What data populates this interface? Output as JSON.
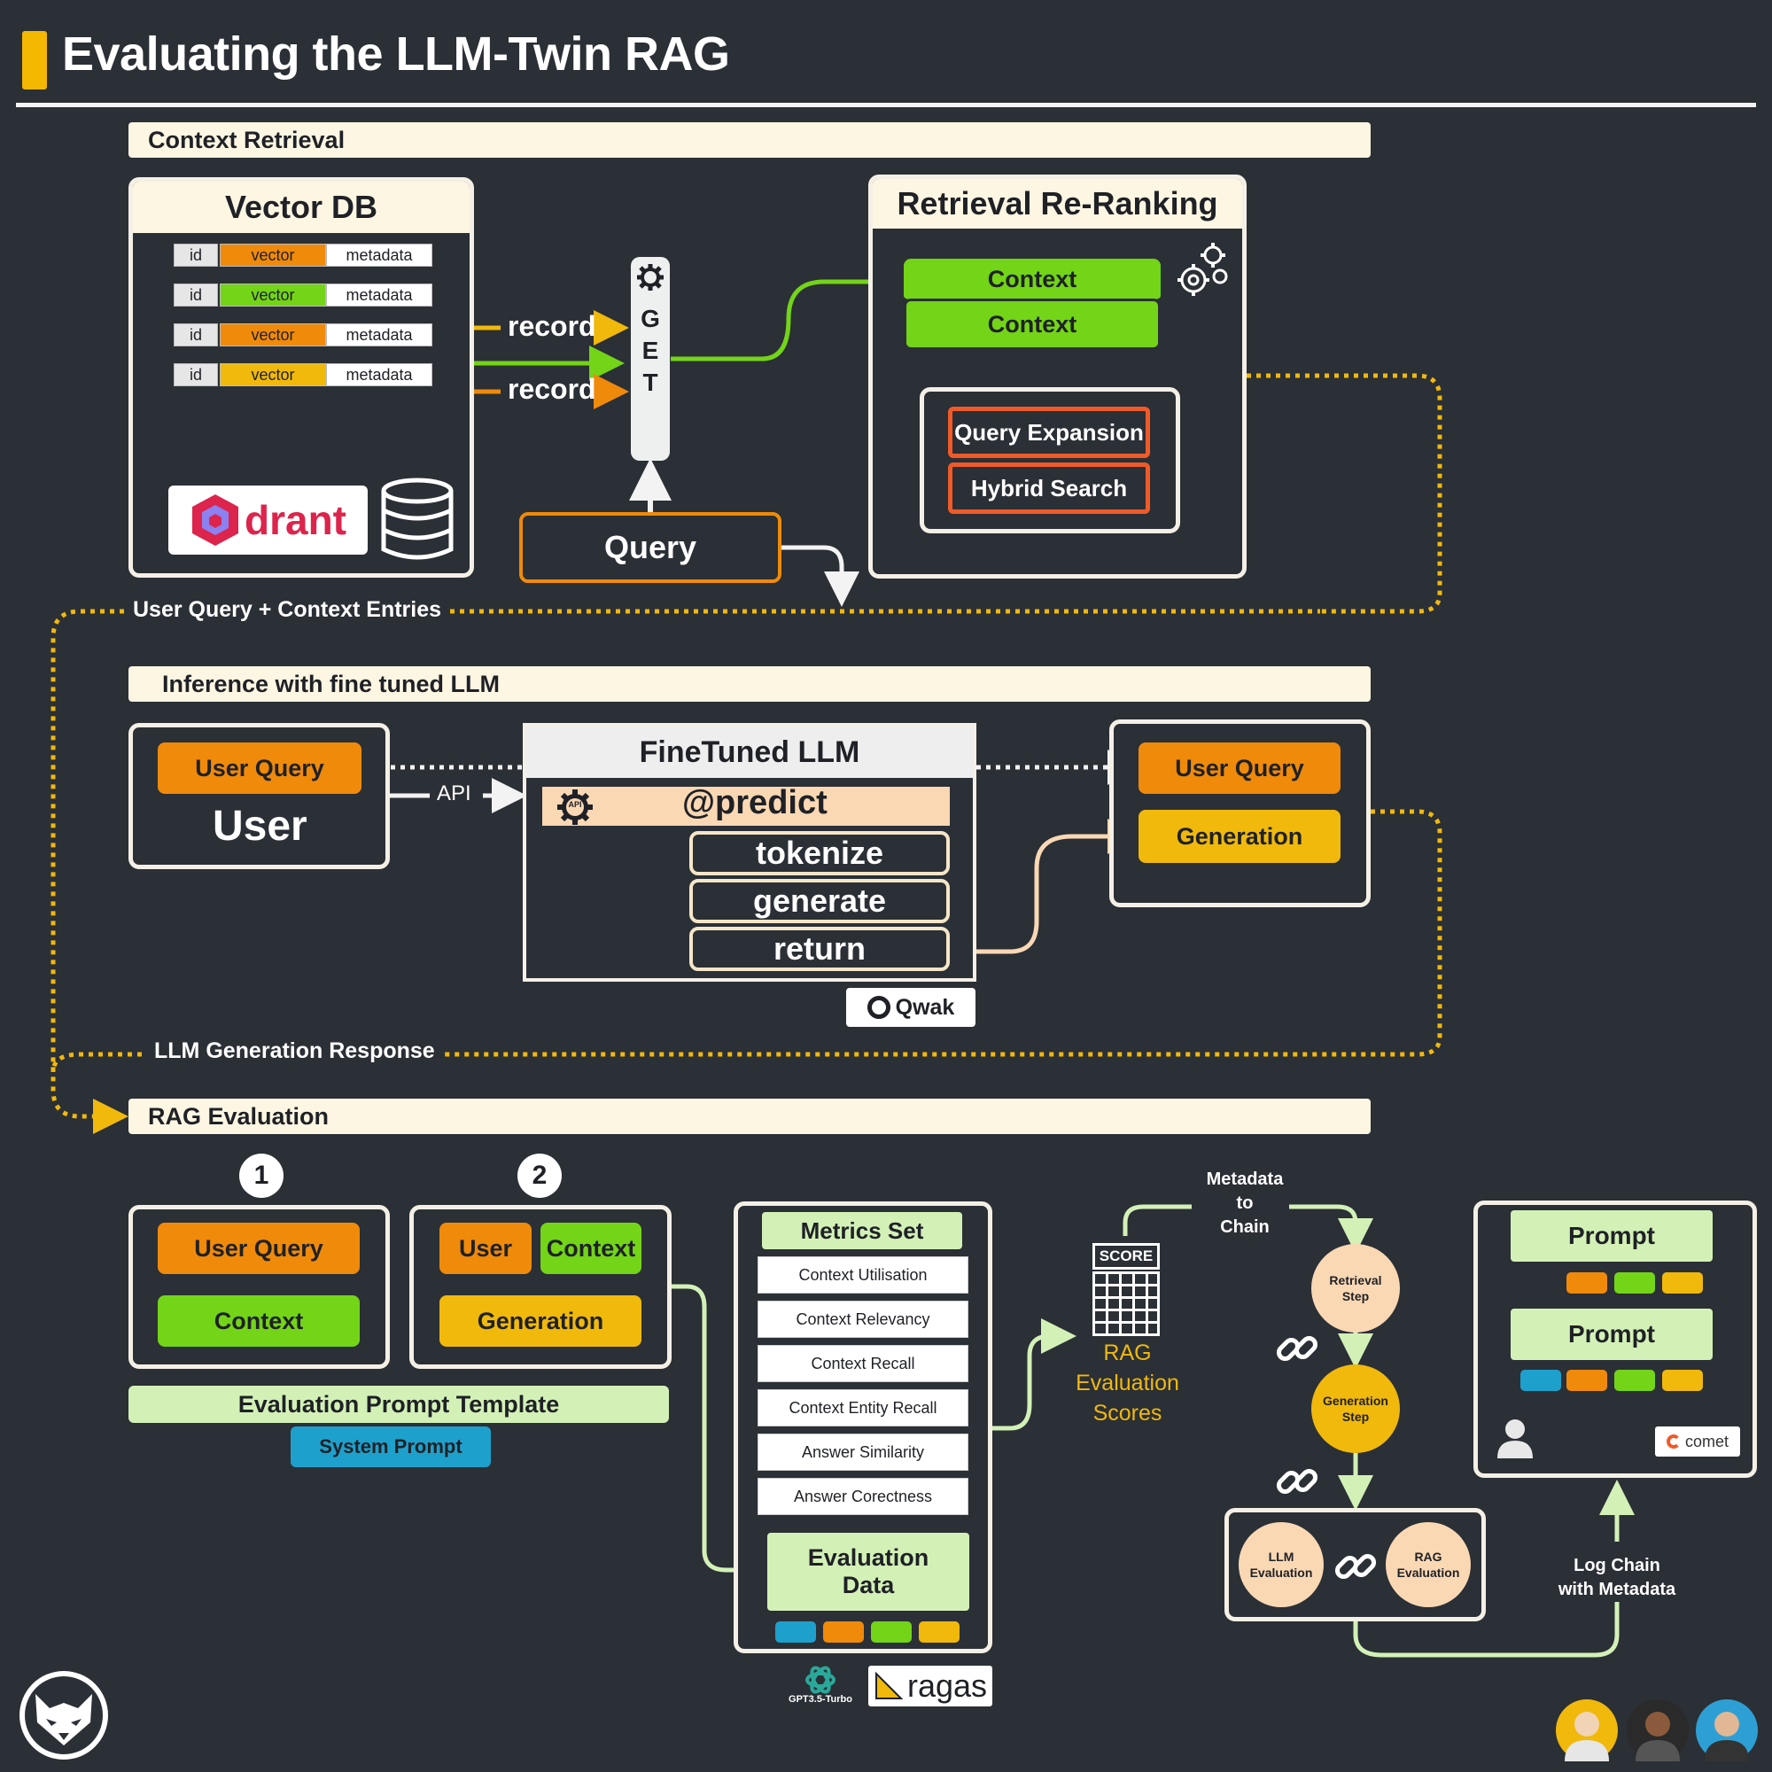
{
  "title": "Evaluating the LLM-Twin RAG",
  "sections": {
    "context_retrieval": "Context Retrieval",
    "inference": "Inference with fine tuned LLM",
    "rag_evaluation": "RAG Evaluation"
  },
  "vector_db": {
    "title": "Vector DB",
    "rows": [
      {
        "id": "id",
        "vector": "vector",
        "metadata": "metadata",
        "color": "#f08a0a"
      },
      {
        "id": "id",
        "vector": "vector",
        "metadata": "metadata",
        "color": "#73d418"
      },
      {
        "id": "id",
        "vector": "vector",
        "metadata": "metadata",
        "color": "#f08a0a"
      },
      {
        "id": "id",
        "vector": "vector",
        "metadata": "metadata",
        "color": "#f0b90b"
      }
    ],
    "logo": "drant",
    "icon": "database-icon"
  },
  "records": {
    "record1": "record",
    "record2": "record"
  },
  "get_letters": {
    "g": "G",
    "e": "E",
    "t": "T"
  },
  "query_label": "Query",
  "reranking": {
    "title": "Retrieval Re-Ranking",
    "context1": "Context",
    "context2": "Context",
    "query_expansion": "Query Expansion",
    "hybrid_search": "Hybrid Search",
    "icon": "gears-icon"
  },
  "flow_labels": {
    "user_query_context": "User Query + Context Entries",
    "llm_generation_response": "LLM Generation Response",
    "api": "API"
  },
  "inference": {
    "user_box": {
      "query": "User Query",
      "user": "User"
    },
    "llm": {
      "title": "FineTuned LLM",
      "predict": "@predict",
      "api_badge": "API",
      "tokenize": "tokenize",
      "generate": "generate",
      "return": "return",
      "vendor": "Qwak"
    },
    "output_box": {
      "query": "User Query",
      "generation": "Generation"
    }
  },
  "evaluation": {
    "step1": {
      "number": "1",
      "user_query": "User Query",
      "context": "Context"
    },
    "step2": {
      "number": "2",
      "user": "User",
      "context": "Context",
      "generation": "Generation"
    },
    "prompt_template": "Evaluation Prompt Template",
    "system_prompt": "System Prompt",
    "metrics": {
      "title": "Metrics Set",
      "items": [
        "Context Utilisation",
        "Context Relevancy",
        "Context Recall",
        "Context Entity Recall",
        "Answer Similarity",
        "Answer Corectness"
      ],
      "eval_data_line1": "Evaluation",
      "eval_data_line2": "Data",
      "swatches": [
        "#1ea0cc",
        "#f08a0a",
        "#73d418",
        "#f0b90b"
      ]
    },
    "tools": {
      "gpt": "GPT3.5-Turbo",
      "ragas": "ragas"
    },
    "score": {
      "badge": "SCORE",
      "line1": "RAG",
      "line2": "Evaluation",
      "line3": "Scores"
    },
    "chain": {
      "metadata_line1": "Metadata",
      "metadata_line2": "to",
      "metadata_line3": "Chain",
      "retrieval_step_1": "Retrieval",
      "retrieval_step_2": "Step",
      "generation_step_1": "Generation",
      "generation_step_2": "Step",
      "llm_eval_1": "LLM",
      "llm_eval_2": "Evaluation",
      "rag_eval_1": "RAG",
      "rag_eval_2": "Evaluation",
      "log_line1": "Log Chain",
      "log_line2": "with Metadata"
    },
    "comet": {
      "prompt1": "Prompt",
      "prompt2": "Prompt",
      "logo": "comet"
    }
  },
  "colors": {
    "orange": "#f08a0a",
    "green": "#73d418",
    "yellow": "#f0b90b",
    "blue": "#1ea0cc",
    "lightgreen": "#d3f1b7"
  }
}
